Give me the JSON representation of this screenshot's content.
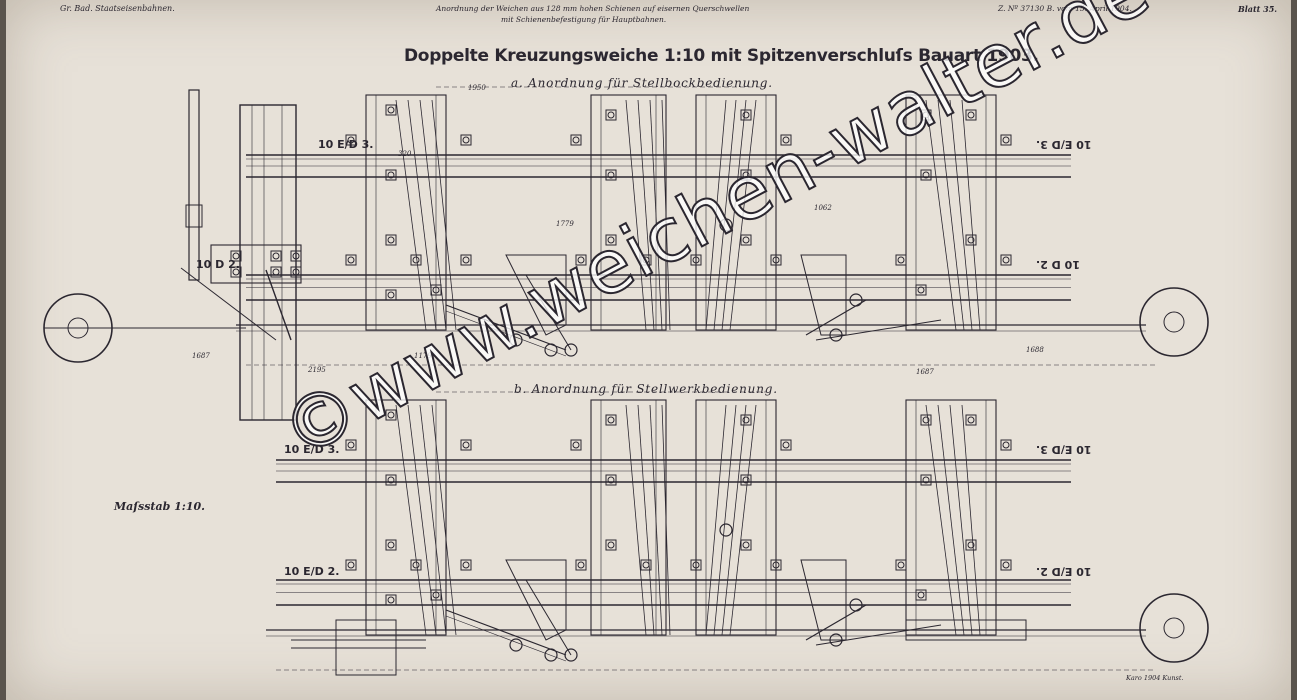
{
  "sheet": {
    "header_left": "Gr. Bad. Staatseisenbahnen.",
    "header_center_1": "Anordnung der Weichen aus 128 mm hohen Schienen auf eisernen Querschwellen",
    "header_center_2": "mit Schienenbefestigung für Hauptbahnen.",
    "header_ref": "Z. Nº 37130 B. vom 15. April 1904.",
    "header_blatt": "Blatt 35.",
    "title": "Doppelte Kreuzungsweiche 1:10 mit Spitzenverschluſs Bauart 1903.",
    "subtitle_a": "a. Anordnung für Stellbockbedienung.",
    "subtitle_b": "b. Anordnung für Stellwerkbedienung.",
    "scale_note": "Maſsstab 1:10.",
    "maker_note": "Karo 1904 Kunst."
  },
  "rail_labels": {
    "a_top_left": "10 E/D 3.",
    "a_top_right": "10 E/D 3.",
    "a_mid_left": "10 D 2.",
    "a_mid_right": "10 D 2.",
    "b_top_left": "10 E/D 3.",
    "b_top_right": "10 E/D 3.",
    "b_mid_left": "10 E/D 2.",
    "b_mid_right": "10 E/D 2."
  },
  "dimensions": [
    "1950",
    "320",
    "1179",
    "2195",
    "1688",
    "1687",
    "1687",
    "1779",
    "1062"
  ],
  "watermark": "©www.weichen-walter.de",
  "colors": {
    "paper": "#e7e1d8",
    "ink": "#2b2730",
    "background": "#5a544d"
  }
}
